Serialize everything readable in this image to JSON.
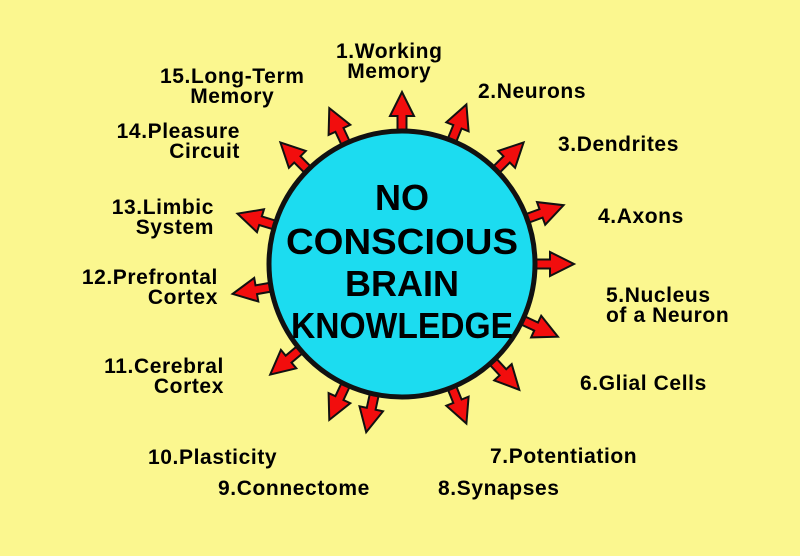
{
  "center": {
    "lines": [
      "NO",
      "CONSCIOUS",
      "BRAIN",
      "KNOWLEDGE"
    ],
    "fill_color": "#1cdcf0",
    "outline_color": "#111111"
  },
  "arrow_color": "#f20d0d",
  "background_color": "#fbf78f",
  "labels": [
    {
      "lines": [
        "1.Working",
        "Memory"
      ]
    },
    {
      "lines": [
        "2.Neurons"
      ]
    },
    {
      "lines": [
        "3.Dendrites"
      ]
    },
    {
      "lines": [
        "4.Axons"
      ]
    },
    {
      "lines": [
        "5.Nucleus",
        "of a Neuron"
      ]
    },
    {
      "lines": [
        "6.Glial Cells"
      ]
    },
    {
      "lines": [
        "7.Potentiation"
      ]
    },
    {
      "lines": [
        "8.Synapses"
      ]
    },
    {
      "lines": [
        "9.Connectome"
      ]
    },
    {
      "lines": [
        "10.Plasticity"
      ]
    },
    {
      "lines": [
        "11.Cerebral",
        "Cortex"
      ]
    },
    {
      "lines": [
        "12.Prefrontal",
        "Cortex"
      ]
    },
    {
      "lines": [
        "13.Limbic",
        "System"
      ]
    },
    {
      "lines": [
        "14.Pleasure",
        "Circuit"
      ]
    },
    {
      "lines": [
        "15.Long-Term",
        "Memory"
      ]
    }
  ]
}
